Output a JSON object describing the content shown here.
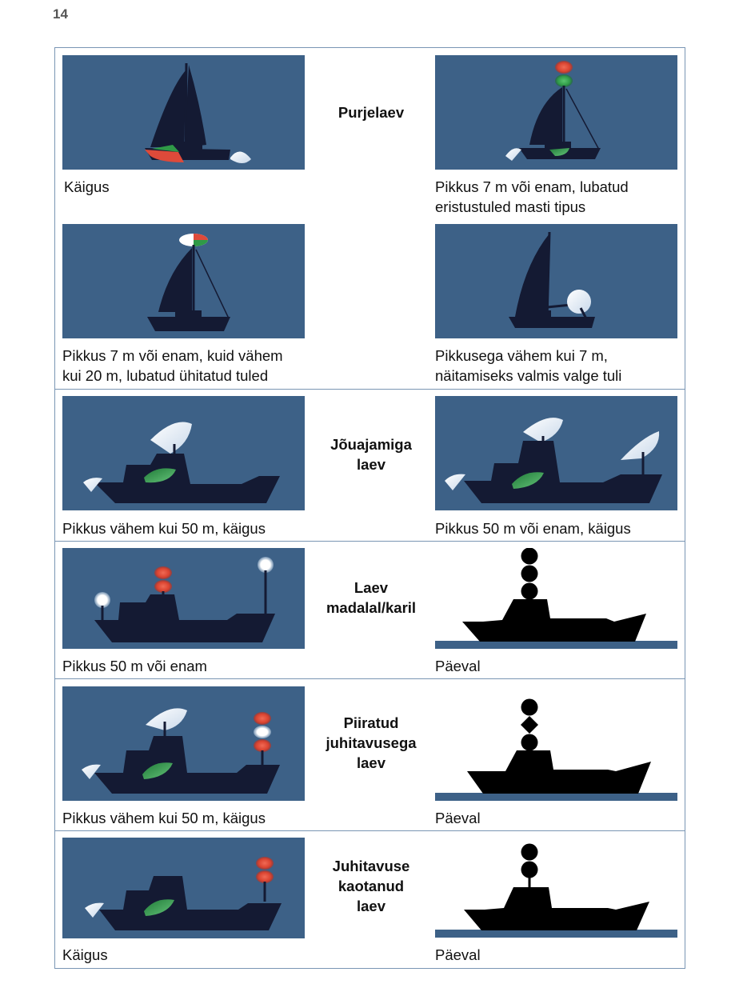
{
  "page": {
    "number": "14"
  },
  "colors": {
    "night": "#3d6187",
    "hull": "#141a33",
    "red": "#de4a3a",
    "green": "#2f9a47",
    "white": "#ffffff",
    "sea": "#3d6187"
  },
  "sections": [
    {
      "title_lines": [
        "Purjelaev"
      ],
      "captions": [
        {
          "lines": [
            "Käigus"
          ]
        },
        {
          "lines": [
            "Pikkus 7 m või enam, lubatud",
            "eristustuled masti tipus"
          ]
        },
        {
          "lines": [
            "Pikkus 7 m või enam, kuid vähem",
            "kui 20 m, lubatud ühitatud tuled"
          ]
        },
        {
          "lines": [
            "Pikkusega vähem kui 7 m,",
            "näitamiseks valmis valge tuli"
          ]
        }
      ]
    },
    {
      "title_lines": [
        "Jõuajamiga",
        "laev"
      ],
      "captions": [
        {
          "lines": [
            "Pikkus vähem kui 50 m, käigus"
          ]
        },
        {
          "lines": [
            "Pikkus 50 m või enam, käigus"
          ]
        }
      ]
    },
    {
      "title_lines": [
        "Laev",
        "madalal/karil"
      ],
      "captions": [
        {
          "lines": [
            "Pikkus 50 m või enam"
          ]
        },
        {
          "lines": [
            "Päeval"
          ]
        }
      ]
    },
    {
      "title_lines": [
        "Piiratud",
        "juhitavusega",
        "laev"
      ],
      "captions": [
        {
          "lines": [
            "Pikkus vähem kui 50 m, käigus"
          ]
        },
        {
          "lines": [
            "Päeval"
          ]
        }
      ]
    },
    {
      "title_lines": [
        "Juhitavuse",
        "kaotanud",
        "laev"
      ],
      "captions": [
        {
          "lines": [
            "Käigus"
          ]
        },
        {
          "lines": [
            "Päeval"
          ]
        }
      ]
    }
  ]
}
